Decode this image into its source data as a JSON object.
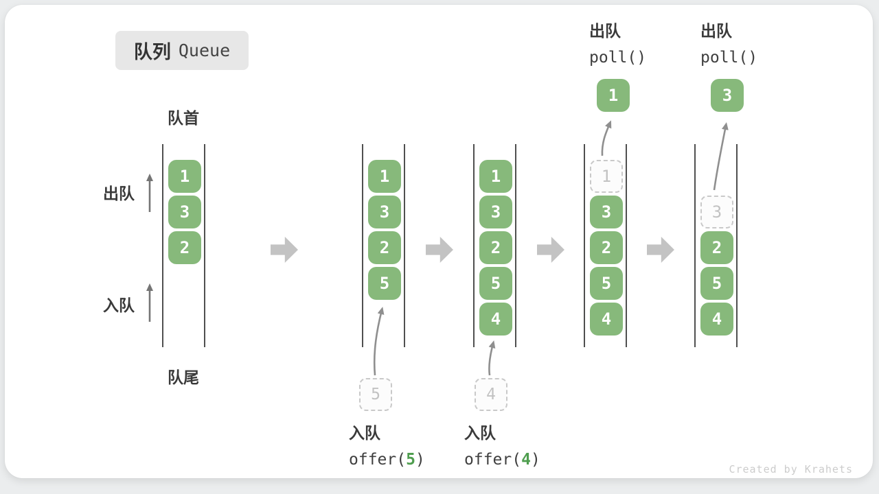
{
  "title": {
    "zh": "队列",
    "en": "Queue"
  },
  "labels": {
    "front": "队首",
    "rear": "队尾",
    "dequeue_side": "出队",
    "enqueue_side": "入队"
  },
  "watermark": "Created by Krahets",
  "colors": {
    "box_green": "#87b97b",
    "code_green": "#4f9e4f",
    "queue_line": "#4f4f4f",
    "block_arrow": "#c3c3c3",
    "curve_arrow": "#8f8f8f",
    "side_arrow": "#757575",
    "ghost_border": "#c9c9c9",
    "ghost_text": "#c2c2c2",
    "title_bg": "#e7e7e7",
    "text_dark": "#3a3a3a",
    "watermark_gray": "#cccccc"
  },
  "stages": [
    {
      "slots": [
        {
          "type": "filled",
          "value": "1"
        },
        {
          "type": "filled",
          "value": "3"
        },
        {
          "type": "filled",
          "value": "2"
        }
      ]
    },
    {
      "slots": [
        {
          "type": "filled",
          "value": "1"
        },
        {
          "type": "filled",
          "value": "3"
        },
        {
          "type": "filled",
          "value": "2"
        },
        {
          "type": "filled",
          "value": "5"
        }
      ],
      "action": {
        "kind": "enqueue",
        "label": "入队",
        "code_prefix": "offer(",
        "code_value": "5",
        "code_suffix": ")",
        "ghost_value": "5"
      }
    },
    {
      "slots": [
        {
          "type": "filled",
          "value": "1"
        },
        {
          "type": "filled",
          "value": "3"
        },
        {
          "type": "filled",
          "value": "2"
        },
        {
          "type": "filled",
          "value": "5"
        },
        {
          "type": "filled",
          "value": "4"
        }
      ],
      "action": {
        "kind": "enqueue",
        "label": "入队",
        "code_prefix": "offer(",
        "code_value": "4",
        "code_suffix": ")",
        "ghost_value": "4"
      }
    },
    {
      "slots": [
        {
          "type": "ghost",
          "value": "1"
        },
        {
          "type": "filled",
          "value": "3"
        },
        {
          "type": "filled",
          "value": "2"
        },
        {
          "type": "filled",
          "value": "5"
        },
        {
          "type": "filled",
          "value": "4"
        }
      ],
      "action": {
        "kind": "dequeue",
        "label": "出队",
        "code": "poll()",
        "polled_value": "1"
      }
    },
    {
      "slots": [
        {
          "type": "empty"
        },
        {
          "type": "ghost",
          "value": "3"
        },
        {
          "type": "filled",
          "value": "2"
        },
        {
          "type": "filled",
          "value": "5"
        },
        {
          "type": "filled",
          "value": "4"
        }
      ],
      "action": {
        "kind": "dequeue",
        "label": "出队",
        "code": "poll()",
        "polled_value": "3"
      }
    }
  ]
}
